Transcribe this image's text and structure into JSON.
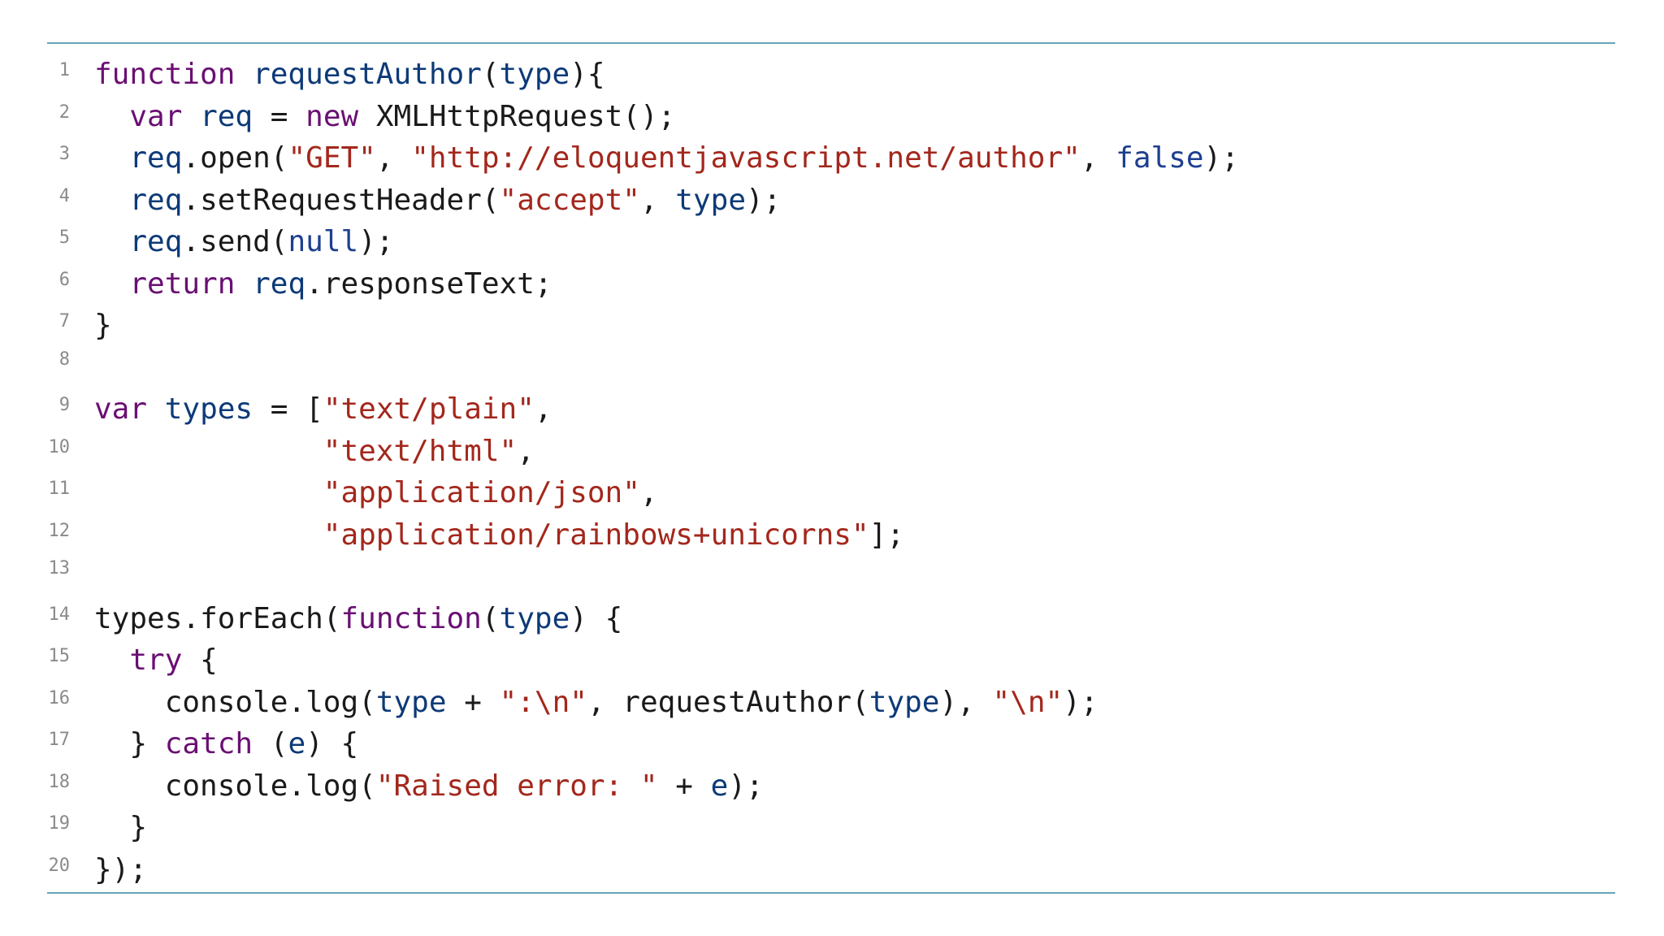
{
  "code": {
    "lines": [
      {
        "number": "1",
        "tokens": [
          {
            "t": "keyword",
            "v": "function"
          },
          {
            "t": "plain",
            "v": " "
          },
          {
            "t": "def",
            "v": "requestAuthor"
          },
          {
            "t": "punct",
            "v": "("
          },
          {
            "t": "def",
            "v": "type"
          },
          {
            "t": "punct",
            "v": "){"
          }
        ]
      },
      {
        "number": "2",
        "tokens": [
          {
            "t": "plain",
            "v": "  "
          },
          {
            "t": "keyword",
            "v": "var"
          },
          {
            "t": "plain",
            "v": " "
          },
          {
            "t": "def",
            "v": "req"
          },
          {
            "t": "plain",
            "v": " = "
          },
          {
            "t": "keyword",
            "v": "new"
          },
          {
            "t": "plain",
            "v": " "
          },
          {
            "t": "variable",
            "v": "XMLHttpRequest"
          },
          {
            "t": "punct",
            "v": "();"
          }
        ]
      },
      {
        "number": "3",
        "tokens": [
          {
            "t": "plain",
            "v": "  "
          },
          {
            "t": "def",
            "v": "req"
          },
          {
            "t": "punct",
            "v": "."
          },
          {
            "t": "property",
            "v": "open"
          },
          {
            "t": "punct",
            "v": "("
          },
          {
            "t": "string",
            "v": "\"GET\""
          },
          {
            "t": "punct",
            "v": ", "
          },
          {
            "t": "string",
            "v": "\"http://eloquentjavascript.net/author\""
          },
          {
            "t": "punct",
            "v": ", "
          },
          {
            "t": "atom",
            "v": "false"
          },
          {
            "t": "punct",
            "v": ");"
          }
        ]
      },
      {
        "number": "4",
        "tokens": [
          {
            "t": "plain",
            "v": "  "
          },
          {
            "t": "def",
            "v": "req"
          },
          {
            "t": "punct",
            "v": "."
          },
          {
            "t": "property",
            "v": "setRequestHeader"
          },
          {
            "t": "punct",
            "v": "("
          },
          {
            "t": "string",
            "v": "\"accept\""
          },
          {
            "t": "punct",
            "v": ", "
          },
          {
            "t": "def",
            "v": "type"
          },
          {
            "t": "punct",
            "v": ");"
          }
        ]
      },
      {
        "number": "5",
        "tokens": [
          {
            "t": "plain",
            "v": "  "
          },
          {
            "t": "def",
            "v": "req"
          },
          {
            "t": "punct",
            "v": "."
          },
          {
            "t": "property",
            "v": "send"
          },
          {
            "t": "punct",
            "v": "("
          },
          {
            "t": "atom",
            "v": "null"
          },
          {
            "t": "punct",
            "v": ");"
          }
        ]
      },
      {
        "number": "6",
        "tokens": [
          {
            "t": "plain",
            "v": "  "
          },
          {
            "t": "keyword",
            "v": "return"
          },
          {
            "t": "plain",
            "v": " "
          },
          {
            "t": "def",
            "v": "req"
          },
          {
            "t": "punct",
            "v": "."
          },
          {
            "t": "property",
            "v": "responseText"
          },
          {
            "t": "punct",
            "v": ";"
          }
        ]
      },
      {
        "number": "7",
        "tokens": [
          {
            "t": "punct",
            "v": "}"
          }
        ]
      },
      {
        "number": "8",
        "tokens": []
      },
      {
        "number": "9",
        "tokens": [
          {
            "t": "keyword",
            "v": "var"
          },
          {
            "t": "plain",
            "v": " "
          },
          {
            "t": "def",
            "v": "types"
          },
          {
            "t": "plain",
            "v": " = "
          },
          {
            "t": "punct",
            "v": "["
          },
          {
            "t": "string",
            "v": "\"text/plain\""
          },
          {
            "t": "punct",
            "v": ","
          }
        ]
      },
      {
        "number": "10",
        "tokens": [
          {
            "t": "plain",
            "v": "             "
          },
          {
            "t": "string",
            "v": "\"text/html\""
          },
          {
            "t": "punct",
            "v": ","
          }
        ]
      },
      {
        "number": "11",
        "tokens": [
          {
            "t": "plain",
            "v": "             "
          },
          {
            "t": "string",
            "v": "\"application/json\""
          },
          {
            "t": "punct",
            "v": ","
          }
        ]
      },
      {
        "number": "12",
        "tokens": [
          {
            "t": "plain",
            "v": "             "
          },
          {
            "t": "string",
            "v": "\"application/rainbows+unicorns\""
          },
          {
            "t": "punct",
            "v": "];"
          }
        ]
      },
      {
        "number": "13",
        "tokens": []
      },
      {
        "number": "14",
        "tokens": [
          {
            "t": "variable",
            "v": "types"
          },
          {
            "t": "punct",
            "v": "."
          },
          {
            "t": "property",
            "v": "forEach"
          },
          {
            "t": "punct",
            "v": "("
          },
          {
            "t": "keyword",
            "v": "function"
          },
          {
            "t": "punct",
            "v": "("
          },
          {
            "t": "def",
            "v": "type"
          },
          {
            "t": "punct",
            "v": ") {"
          }
        ]
      },
      {
        "number": "15",
        "tokens": [
          {
            "t": "plain",
            "v": "  "
          },
          {
            "t": "keyword",
            "v": "try"
          },
          {
            "t": "punct",
            "v": " {"
          }
        ]
      },
      {
        "number": "16",
        "tokens": [
          {
            "t": "plain",
            "v": "    "
          },
          {
            "t": "variable",
            "v": "console"
          },
          {
            "t": "punct",
            "v": "."
          },
          {
            "t": "property",
            "v": "log"
          },
          {
            "t": "punct",
            "v": "("
          },
          {
            "t": "def",
            "v": "type"
          },
          {
            "t": "plain",
            "v": " + "
          },
          {
            "t": "string",
            "v": "\":\\n\""
          },
          {
            "t": "punct",
            "v": ", "
          },
          {
            "t": "variable",
            "v": "requestAuthor"
          },
          {
            "t": "punct",
            "v": "("
          },
          {
            "t": "def",
            "v": "type"
          },
          {
            "t": "punct",
            "v": "), "
          },
          {
            "t": "string",
            "v": "\"\\n\""
          },
          {
            "t": "punct",
            "v": ");"
          }
        ]
      },
      {
        "number": "17",
        "tokens": [
          {
            "t": "plain",
            "v": "  "
          },
          {
            "t": "punct",
            "v": "} "
          },
          {
            "t": "keyword",
            "v": "catch"
          },
          {
            "t": "punct",
            "v": " ("
          },
          {
            "t": "def",
            "v": "e"
          },
          {
            "t": "punct",
            "v": ") {"
          }
        ]
      },
      {
        "number": "18",
        "tokens": [
          {
            "t": "plain",
            "v": "    "
          },
          {
            "t": "variable",
            "v": "console"
          },
          {
            "t": "punct",
            "v": "."
          },
          {
            "t": "property",
            "v": "log"
          },
          {
            "t": "punct",
            "v": "("
          },
          {
            "t": "string",
            "v": "\"Raised error: \""
          },
          {
            "t": "plain",
            "v": " + "
          },
          {
            "t": "def",
            "v": "e"
          },
          {
            "t": "punct",
            "v": ");"
          }
        ]
      },
      {
        "number": "19",
        "tokens": [
          {
            "t": "plain",
            "v": "  "
          },
          {
            "t": "punct",
            "v": "}"
          }
        ]
      },
      {
        "number": "20",
        "tokens": [
          {
            "t": "punct",
            "v": "});"
          }
        ]
      }
    ]
  },
  "colors": {
    "border": "#6aa3b5",
    "keyword": "#6a0f73",
    "def": "#0d3a78",
    "string": "#a3271c",
    "atom": "#1d3f8f",
    "plain": "#1a1a1a",
    "line_number": "#8a8a8a"
  }
}
